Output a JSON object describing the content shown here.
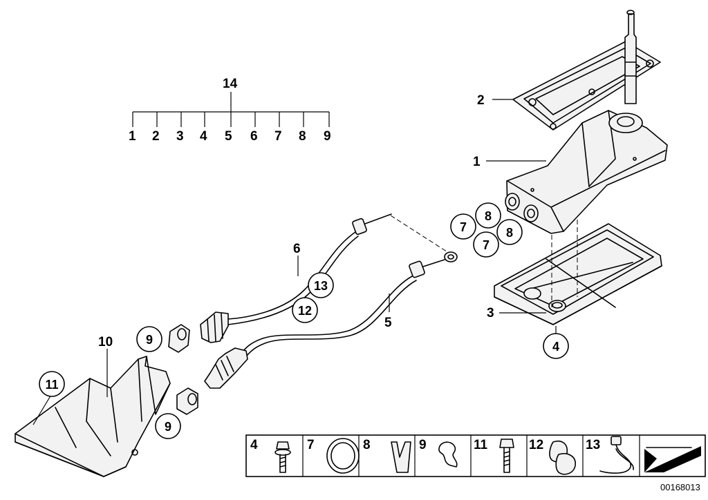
{
  "diagram": {
    "tree_root": "14",
    "tree_children": [
      "1",
      "2",
      "3",
      "4",
      "5",
      "6",
      "7",
      "8",
      "9"
    ],
    "callouts": {
      "c1": "1",
      "c2": "2",
      "c3": "3",
      "c5": "5",
      "c6": "6",
      "c10": "10"
    },
    "circled": {
      "c4": "4",
      "c7a": "7",
      "c7b": "7",
      "c8a": "8",
      "c8b": "8",
      "c9a": "9",
      "c9b": "9",
      "c11": "11",
      "c12": "12",
      "c13": "13"
    },
    "legend": [
      "4",
      "7",
      "8",
      "9",
      "11",
      "12",
      "13"
    ],
    "doc_id": "00168013"
  }
}
